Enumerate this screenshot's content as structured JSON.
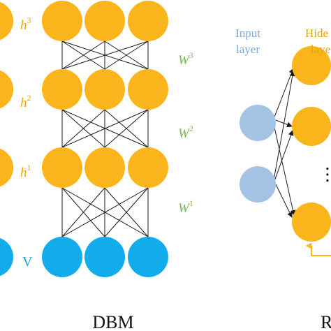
{
  "colors": {
    "hidden_node": "#F9B51B",
    "visible_node": "#13ACEA",
    "input_node": "#A4C2E3",
    "hidden_label": "#F0A800",
    "visible_label": "#2A9FD6",
    "weight_label": "#7DB85A",
    "input_label": "#7FA7D6",
    "rnn_label": "#E8A400",
    "edge": "#1a1a1a"
  },
  "dbm": {
    "title": "DBM",
    "layers": [
      {
        "label": "h",
        "sup": "3",
        "kind": "hidden"
      },
      {
        "label": "h",
        "sup": "2",
        "kind": "hidden"
      },
      {
        "label": "h",
        "sup": "1",
        "kind": "hidden"
      },
      {
        "label": "V",
        "sup": "",
        "kind": "visible"
      }
    ],
    "weights": [
      {
        "label": "W",
        "sup": "3"
      },
      {
        "label": "W",
        "sup": "2"
      },
      {
        "label": "W",
        "sup": "1"
      }
    ]
  },
  "rnn": {
    "title": "R",
    "input_label_line1": "Input",
    "input_label_line2": "layer",
    "hidden_label_line1": "Hide",
    "hidden_label_line2": "laye",
    "ellipsis": "• • •"
  }
}
